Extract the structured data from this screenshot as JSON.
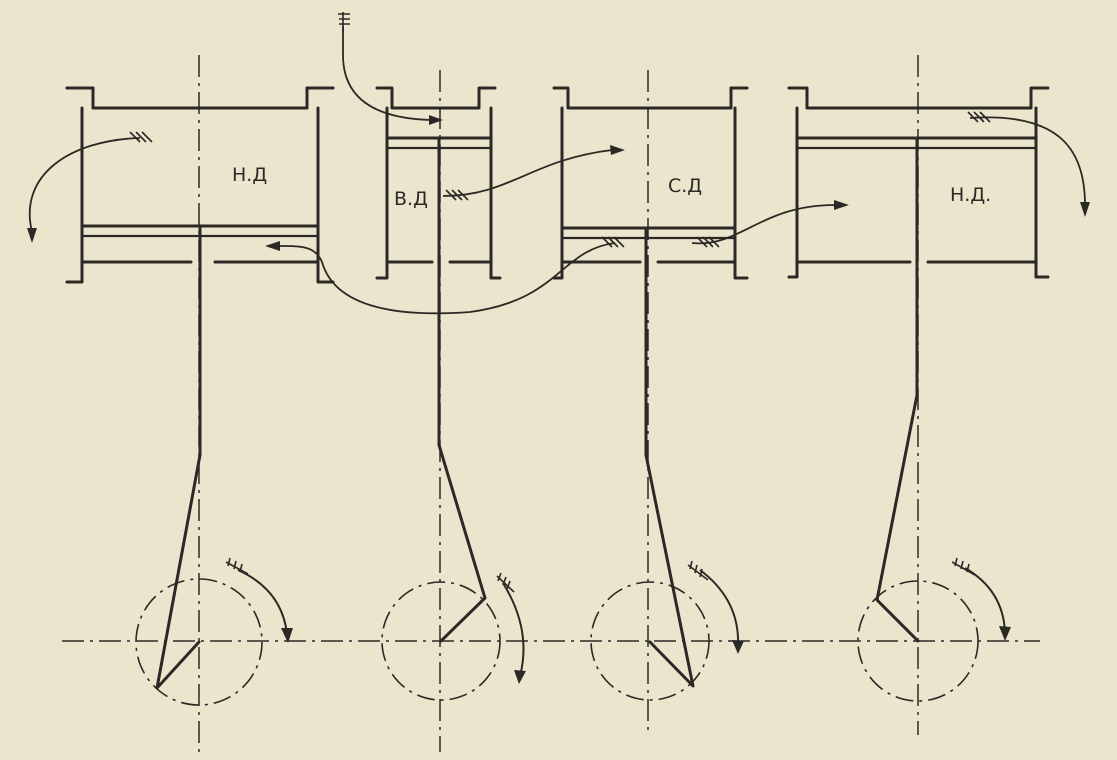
{
  "labels": {
    "cylinder_1": "Н.Д",
    "cylinder_2": "В.Д",
    "cylinder_3": "С.Д",
    "cylinder_4": "Н.Д."
  },
  "colors": {
    "paper": "#ece5cd",
    "ink": "#2b2925"
  }
}
